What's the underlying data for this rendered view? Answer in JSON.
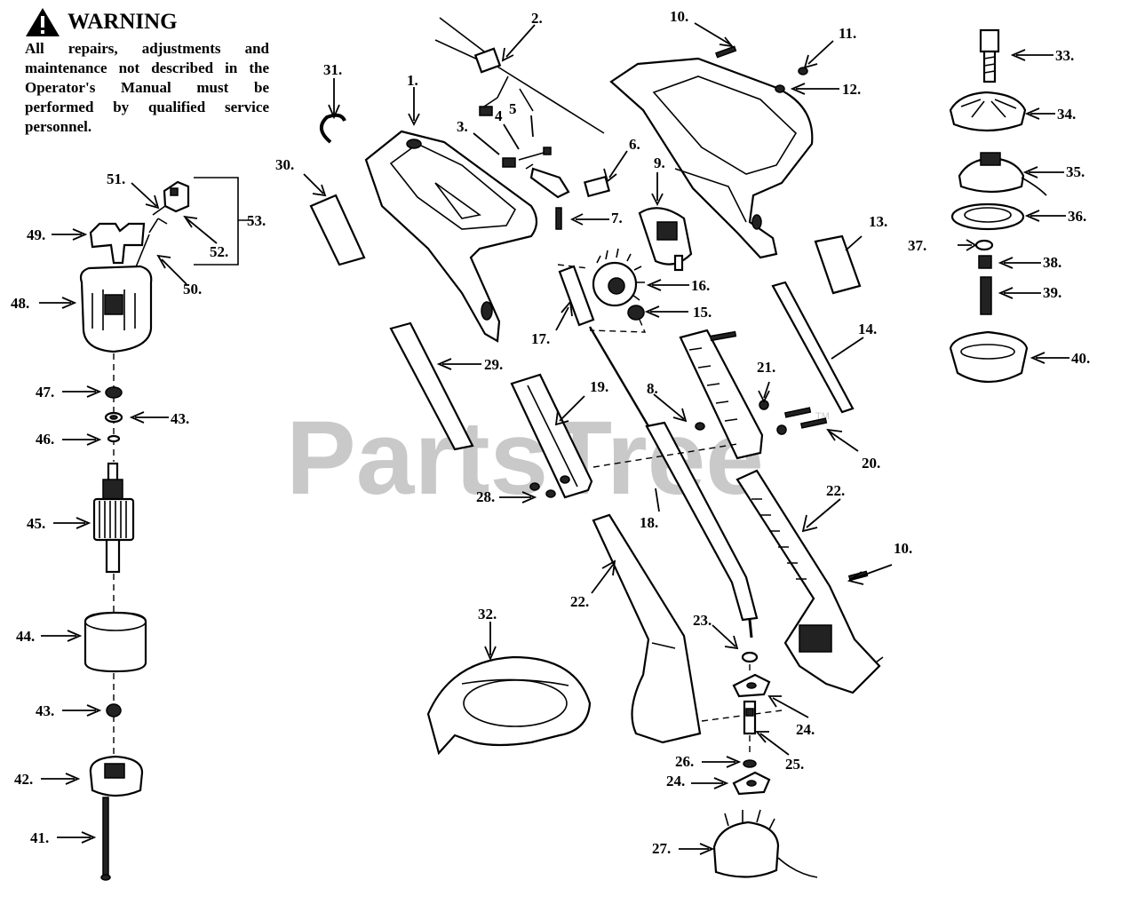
{
  "warning": {
    "title": "WARNING",
    "body": "All repairs, adjustments and maintenance not described in the Operator's Manual must be performed by qualified service personnel."
  },
  "watermark": {
    "text": "PartsTree",
    "trademark": "TM"
  },
  "callouts": {
    "c1": "1.",
    "c2": "2.",
    "c3": "3.",
    "c4": "4",
    "c5": "5",
    "c6": "6.",
    "c7": "7.",
    "c8": "8.",
    "c9": "9.",
    "c10a": "10.",
    "c10b": "10.",
    "c11": "11.",
    "c12": "12.",
    "c13": "13.",
    "c14": "14.",
    "c15": "15.",
    "c16": "16.",
    "c17": "17.",
    "c18": "18.",
    "c19": "19.",
    "c20": "20.",
    "c21": "21.",
    "c22a": "22.",
    "c22b": "22.",
    "c23": "23.",
    "c24a": "24.",
    "c24b": "24.",
    "c25": "25.",
    "c26": "26.",
    "c27": "27.",
    "c28": "28.",
    "c29": "29.",
    "c30": "30.",
    "c31": "31.",
    "c32": "32.",
    "c33": "33.",
    "c34": "34.",
    "c35": "35.",
    "c36": "36.",
    "c37": "37.",
    "c38": "38.",
    "c39": "39.",
    "c40": "40.",
    "c41": "41.",
    "c42": "42.",
    "c43a": "43.",
    "c43b": "43.",
    "c44": "44.",
    "c45": "45.",
    "c46": "46.",
    "c47": "47.",
    "c48": "48.",
    "c49": "49.",
    "c50": "50.",
    "c51": "51.",
    "c52": "52.",
    "c53": "53."
  }
}
